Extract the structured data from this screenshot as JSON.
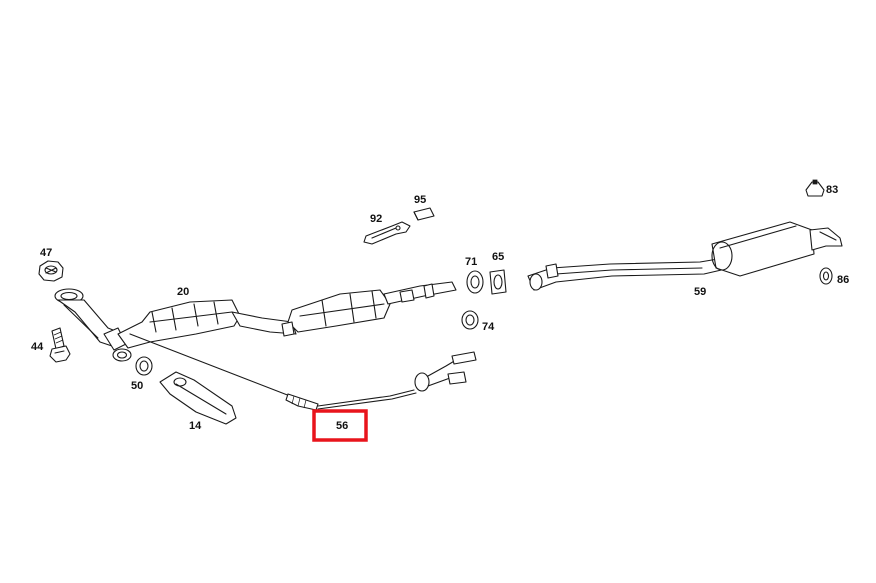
{
  "colors": {
    "highlight": "#e8141c",
    "ink": "#1a1a1a"
  },
  "labels": {
    "p14": "14",
    "p20": "20",
    "p44": "44",
    "p47": "47",
    "p50": "50",
    "p56": "56",
    "p59": "59",
    "p65": "65",
    "p71": "71",
    "p74": "74",
    "p83": "83",
    "p86": "86",
    "p92": "92",
    "p95": "95"
  },
  "highlighted_part": "56"
}
